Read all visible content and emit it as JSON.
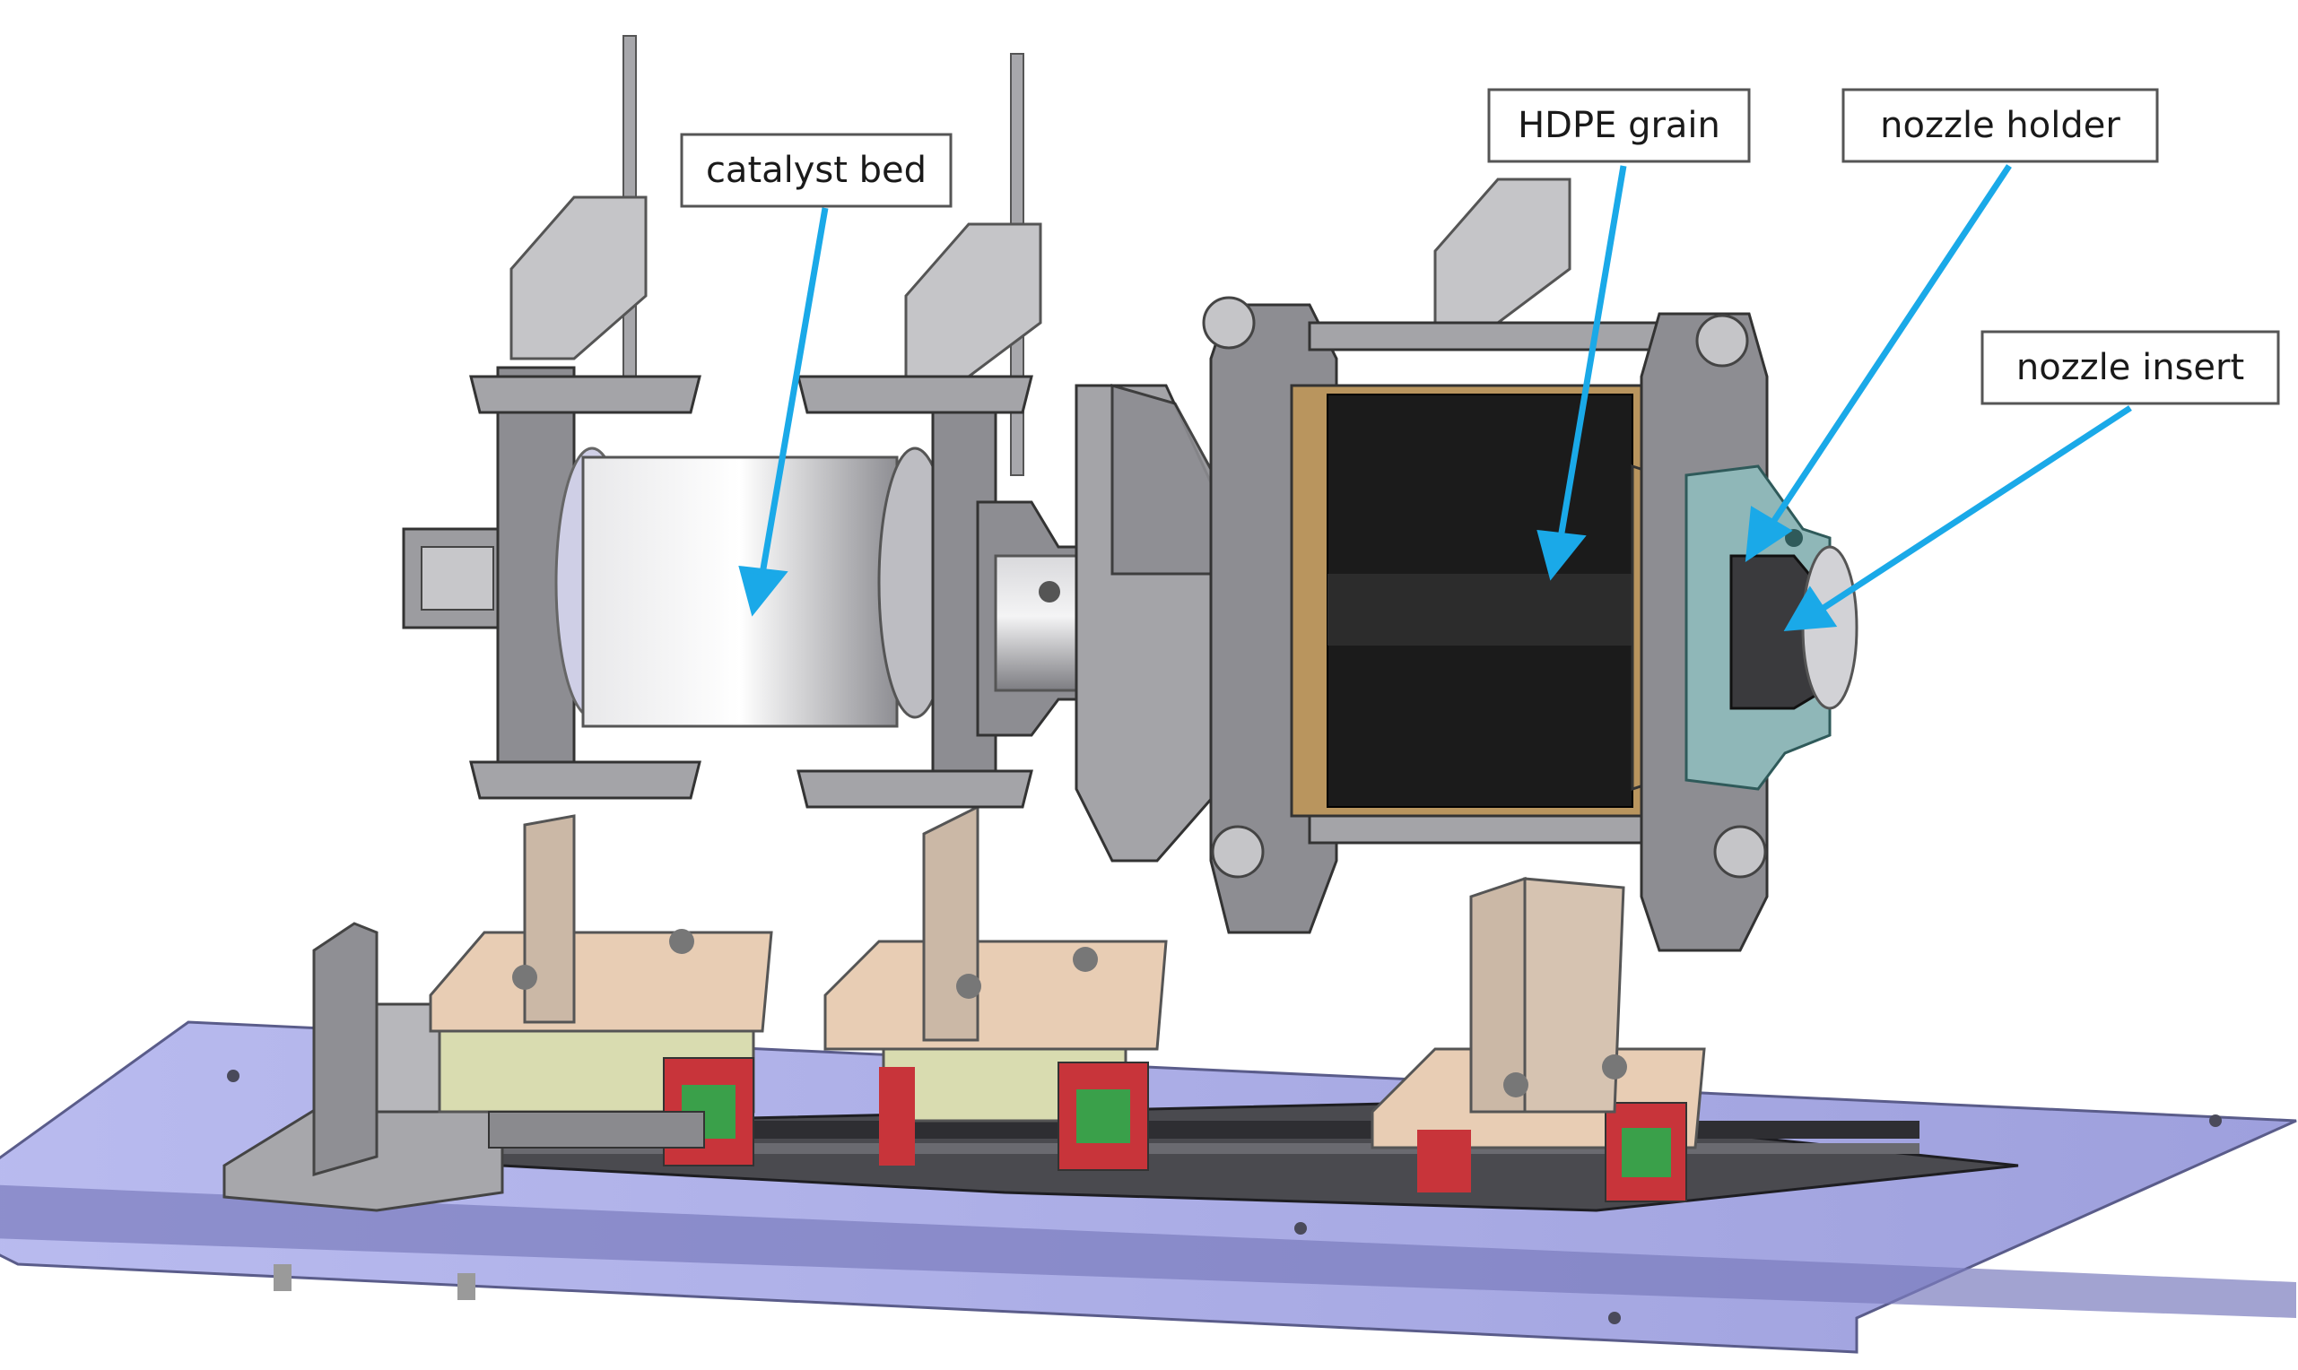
{
  "figure": {
    "background": "#ffffff",
    "callouts": {
      "catalyst_bed": "catalyst bed",
      "hdpe_grain": "HDPE grain",
      "nozzle_holder": "nozzle holder",
      "nozzle_insert": "nozzle insert"
    },
    "colors": {
      "arrow": "#1aa9e8",
      "base_plate": "#a9abe6",
      "steel": "#9c9ca0",
      "steel_dark": "#6f6f74",
      "bracket": "#cbb8a6",
      "carriage": "#d9dcb0",
      "rail": "#3c3c40",
      "grain": "#1b1b1b",
      "liner": "#b9955e",
      "nozzle_holder": "#8fb7b8",
      "bearing_red": "#c8343a",
      "bearing_green": "#3aa04a"
    },
    "icons": [
      "catalyst-bed-cylinder",
      "hdpe-grain-block",
      "nozzle-holder",
      "nozzle-insert",
      "linear-rail",
      "base-plate"
    ]
  }
}
